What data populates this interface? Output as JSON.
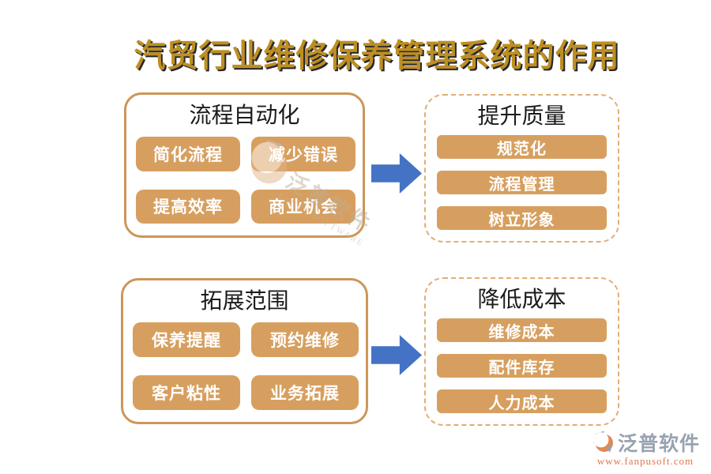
{
  "title": "汽贸行业维修保养管理系统的作用",
  "sections": {
    "top_left": {
      "title": "流程自动化",
      "items": [
        "简化流程",
        "减少错误",
        "提高效率",
        "商业机会"
      ]
    },
    "top_right": {
      "title": "提升质量",
      "items": [
        "规范化",
        "流程管理",
        "树立形象"
      ]
    },
    "bottom_left": {
      "title": "拓展范围",
      "items": [
        "保养提醒",
        "预约维修",
        "客户粘性",
        "业务拓展"
      ]
    },
    "bottom_right": {
      "title": "降低成本",
      "items": [
        "维修成本",
        "配件库存",
        "人力成本"
      ]
    }
  },
  "watermark": {
    "name": "泛普软件",
    "subtitle": "FANPU SOFTWARE"
  },
  "footer_logo": {
    "name": "泛普软件",
    "url": "www.fanpusoft.com"
  },
  "colors": {
    "pill_tan": "#D79F5F",
    "solid_border": "#CD9659",
    "dashed_border": "#E2AE74",
    "arrow_blue": "#4472C4",
    "title_gold": "#BD8F22",
    "footer_name_gray": "#99A2B1",
    "footer_url_orange": "#E0764F"
  }
}
